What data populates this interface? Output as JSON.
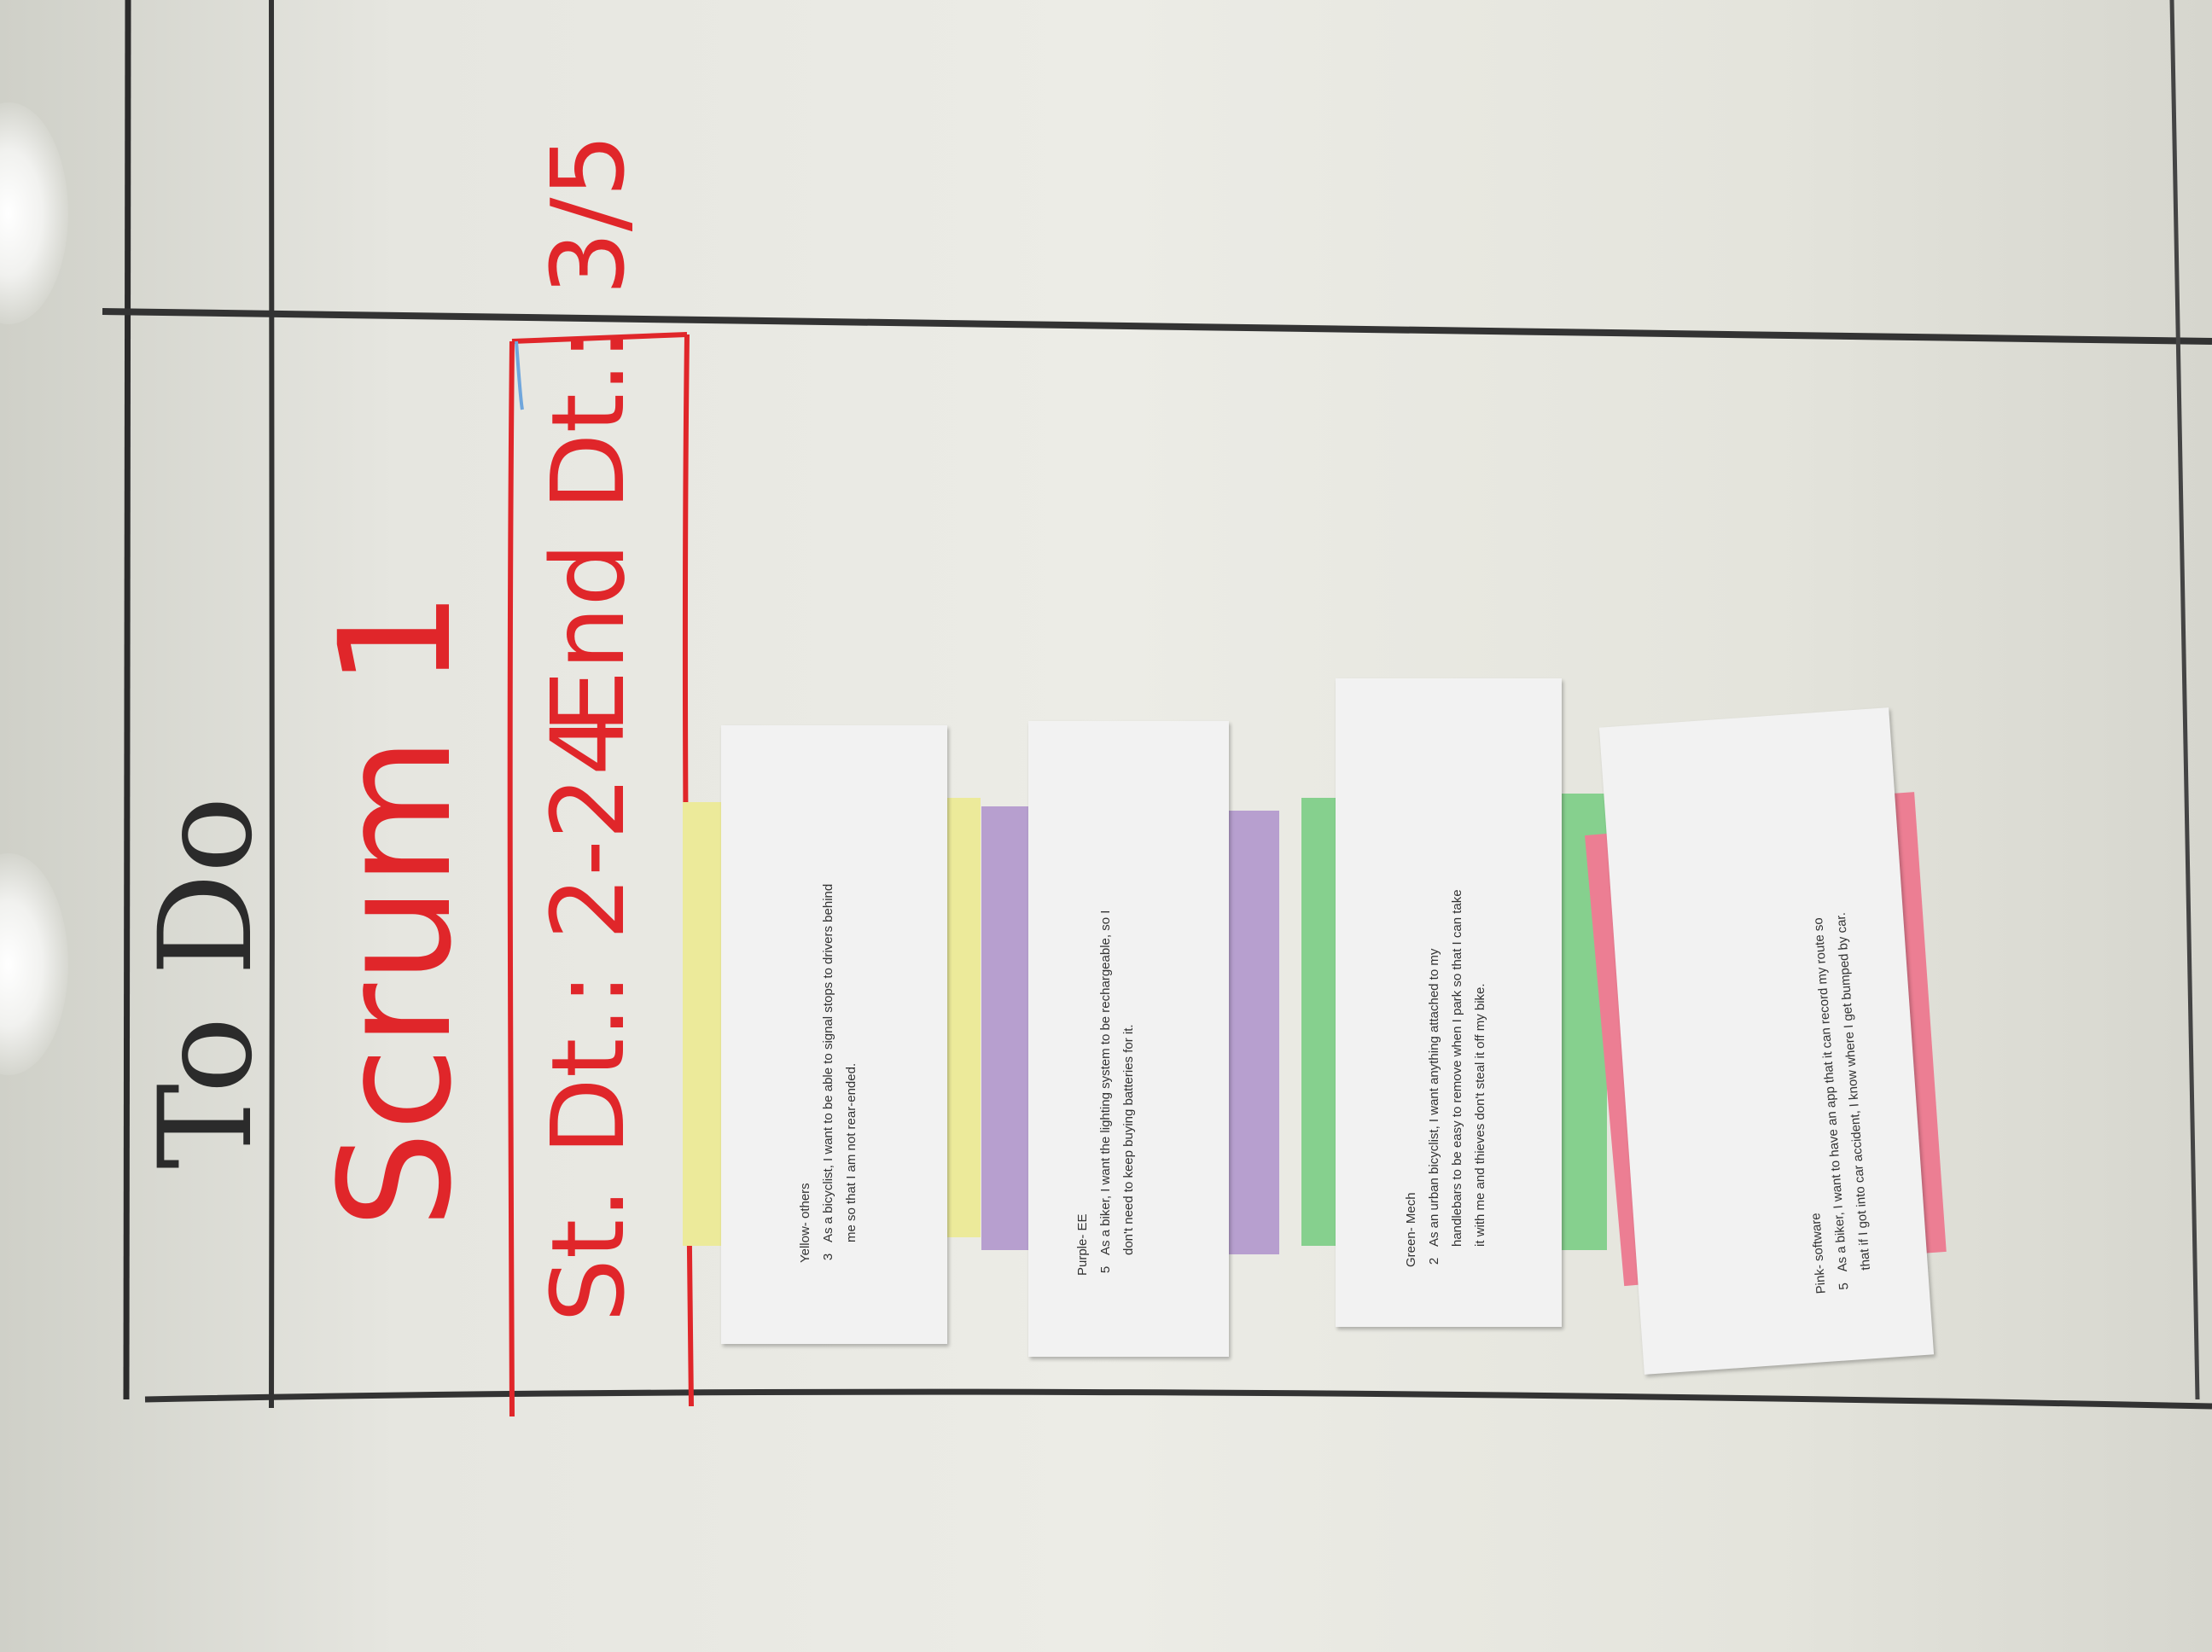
{
  "board": {
    "column_header": "To Do",
    "sprint_title": "Scrum 1",
    "start_date": "St. Dt.: 2-24",
    "end_date": "End Dt.: 3/5"
  },
  "cards": [
    {
      "category": "Yellow- others",
      "points": "3",
      "story_line1": "As a bicyclist, I want to be able to signal stops to drivers behind",
      "story_line2": "me so that I am not rear-ended.",
      "color": "#ecea9a"
    },
    {
      "category": "Purple- EE",
      "points": "5",
      "story_line1": "As a biker, I want the lighting system to be rechargeable, so I",
      "story_line2": "don't need to keep buying batteries for it.",
      "color": "#b79fcf"
    },
    {
      "category": "Green- Mech",
      "points": "2",
      "story_line1": "As an urban bicyclist, I want anything attached to my",
      "story_line2": "handlebars to be easy to remove when I park so that I can take",
      "story_line3": "it with me and thieves don't steal it off my bike.",
      "color": "#86d08e"
    },
    {
      "category": "Pink- software",
      "points": "5",
      "story_line1": "As a biker, I want to have an app that it can record my route so",
      "story_line2": "that if I got into car accident, I know where I get bumped by car.",
      "color": "#ec7e93"
    }
  ]
}
